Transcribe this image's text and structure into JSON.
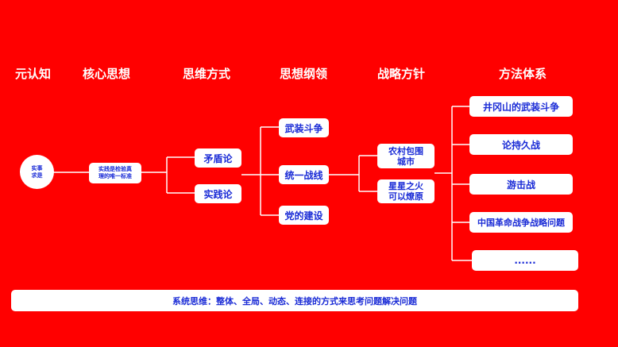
{
  "headers": [
    "元认知",
    "核心思想",
    "思维方式",
    "思想纲领",
    "战略方针",
    "方法体系"
  ],
  "meta_node": "实事\n求是",
  "core_node": "实践是检验真\n理的唯一标准",
  "thinking_nodes": [
    "矛盾论",
    "实践论"
  ],
  "program_nodes": [
    "武装斗争",
    "统一战线",
    "党的建设"
  ],
  "strategy_nodes": [
    "农村包围\n城市",
    "星星之火\n可以燎原"
  ],
  "method_nodes": [
    "井冈山的武装斗争",
    "论持久战",
    "游击战",
    "中国革命战争战略问题",
    "......"
  ],
  "footer": "系统思维：整体、全局、动态、连接的方式来思考问题解决问题",
  "colors": {
    "background": "#ff0000",
    "node_fill": "#ffffff",
    "node_text": "#1a2bd6",
    "line": "#ffffff"
  }
}
